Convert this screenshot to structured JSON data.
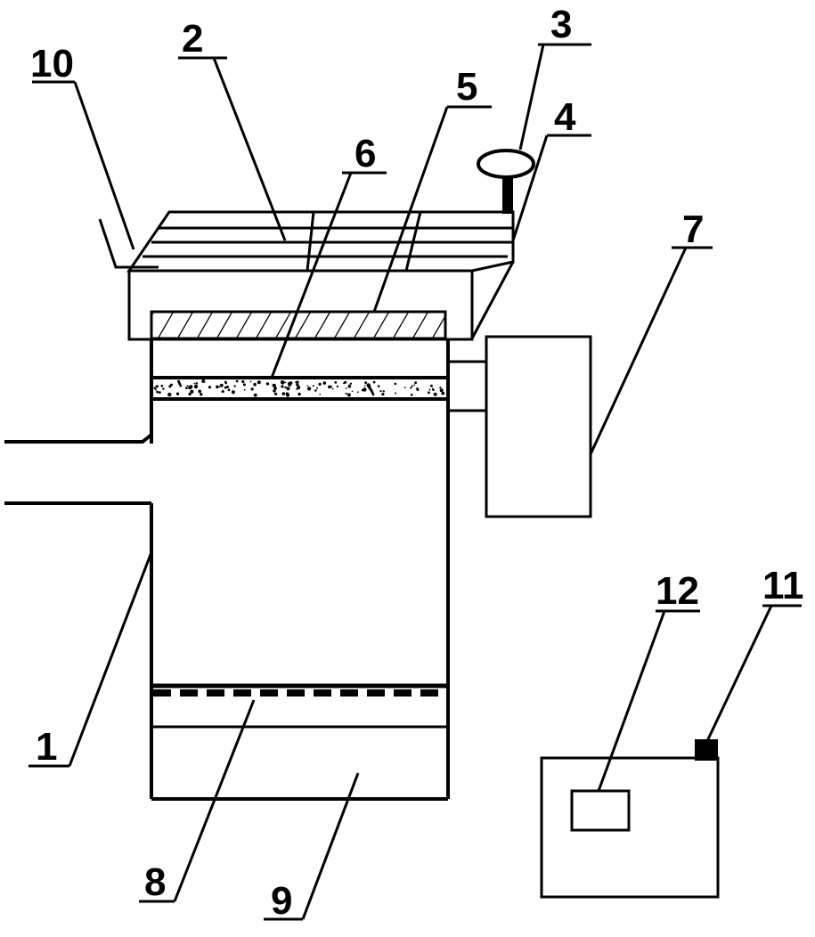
{
  "labels": {
    "l1": "1",
    "l2": "2",
    "l3": "3",
    "l4": "4",
    "l5": "5",
    "l6": "6",
    "l7": "7",
    "l8": "8",
    "l9": "9",
    "l10": "10",
    "l11": "11",
    "l12": "12"
  },
  "colors": {
    "stroke": "#000000",
    "background": "#ffffff"
  }
}
